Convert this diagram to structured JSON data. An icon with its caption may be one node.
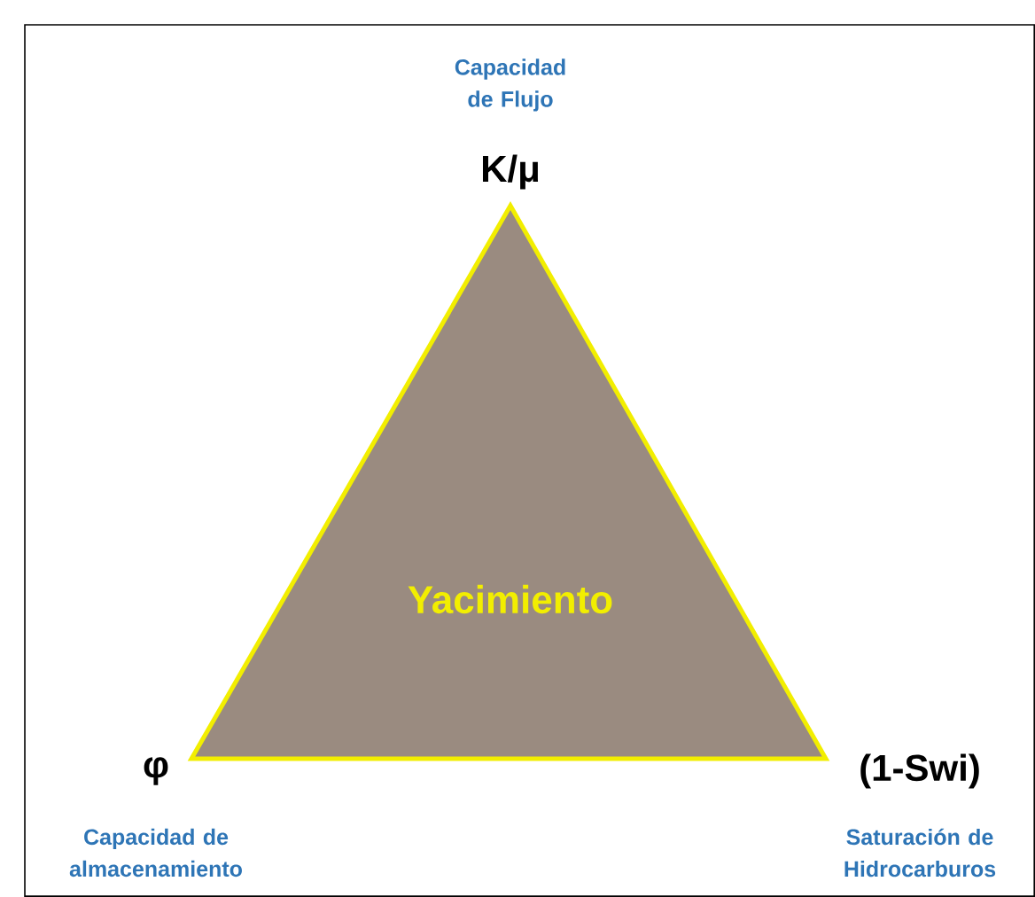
{
  "diagram": {
    "nodes": [
      {
        "text": [
          "Yacimiento"
        ]
      }
    ],
    "labels": [
      "Capacidad de Flujo",
      "K/μ",
      "φ",
      "(1-Swi)",
      "Capacidad de almacenamiento",
      "Saturación de Hidrocarburos"
    ]
  }
}
